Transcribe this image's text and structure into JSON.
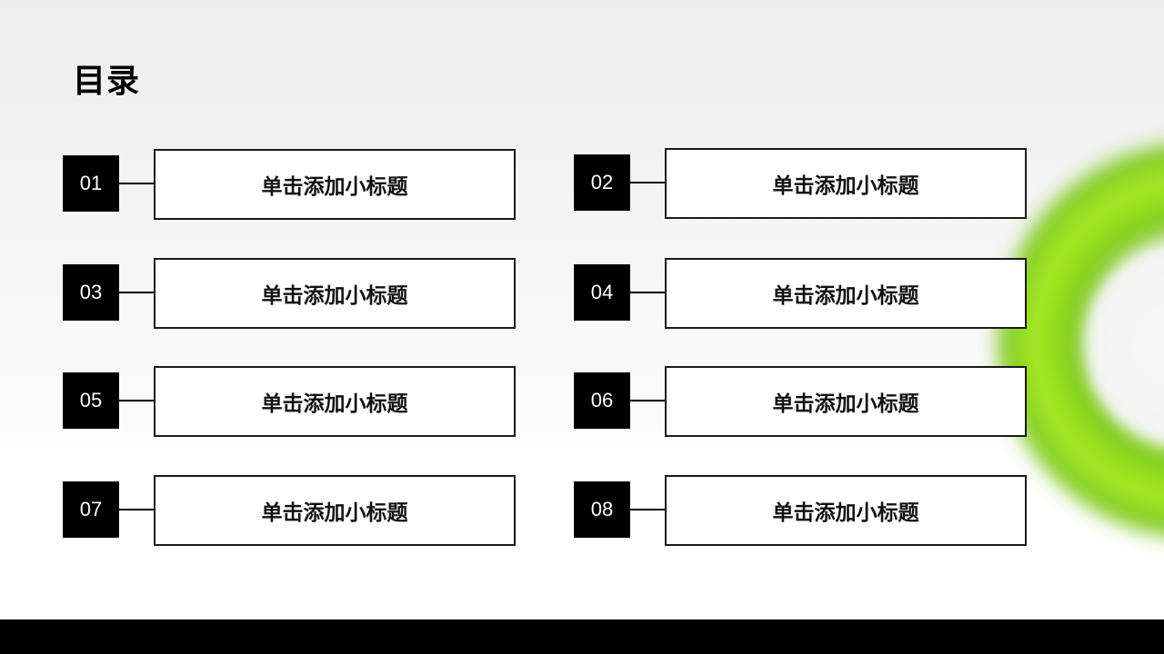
{
  "slide": {
    "title": "目录",
    "items": [
      {
        "number": "01",
        "label": "单击添加小标题"
      },
      {
        "number": "02",
        "label": "单击添加小标题"
      },
      {
        "number": "03",
        "label": "单击添加小标题"
      },
      {
        "number": "04",
        "label": "单击添加小标题"
      },
      {
        "number": "05",
        "label": "单击添加小标题"
      },
      {
        "number": "06",
        "label": "单击添加小标题"
      },
      {
        "number": "07",
        "label": "单击添加小标题"
      },
      {
        "number": "08",
        "label": "单击添加小标题"
      }
    ]
  },
  "colors": {
    "accent_green": "#9be21e",
    "box_fill": "#000000",
    "footer": "#000000"
  }
}
